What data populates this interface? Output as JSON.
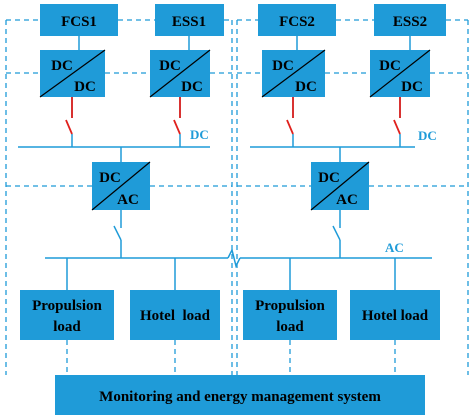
{
  "colors": {
    "block_fill": "#1f9bd8",
    "line": "#1f9bd8",
    "breaker": "#e0201c",
    "text": "#000000",
    "bus_label": "#1f9bd8",
    "background": "#ffffff"
  },
  "left": {
    "fcs_label": "FCS1",
    "ess_label": "ESS1",
    "conv1_top": "DC",
    "conv1_bottom": "DC",
    "conv2_top": "DC",
    "conv2_bottom": "DC",
    "dc_bus_label": "DC",
    "inverter_top": "DC",
    "inverter_bottom": "AC",
    "propulsion_line1": "Propulsion",
    "propulsion_line2": "load",
    "hotel_label": "Hotel  load"
  },
  "right": {
    "fcs_label": "FCS2",
    "ess_label": "ESS2",
    "conv1_top": "DC",
    "conv1_bottom": "DC",
    "conv2_top": "DC",
    "conv2_bottom": "DC",
    "dc_bus_label": "DC",
    "inverter_top": "DC",
    "inverter_bottom": "AC",
    "ac_bus_label": "AC",
    "propulsion_line1": "Propulsion",
    "propulsion_line2": "load",
    "hotel_label": "Hotel load"
  },
  "ems_label": "Monitoring and energy management system"
}
